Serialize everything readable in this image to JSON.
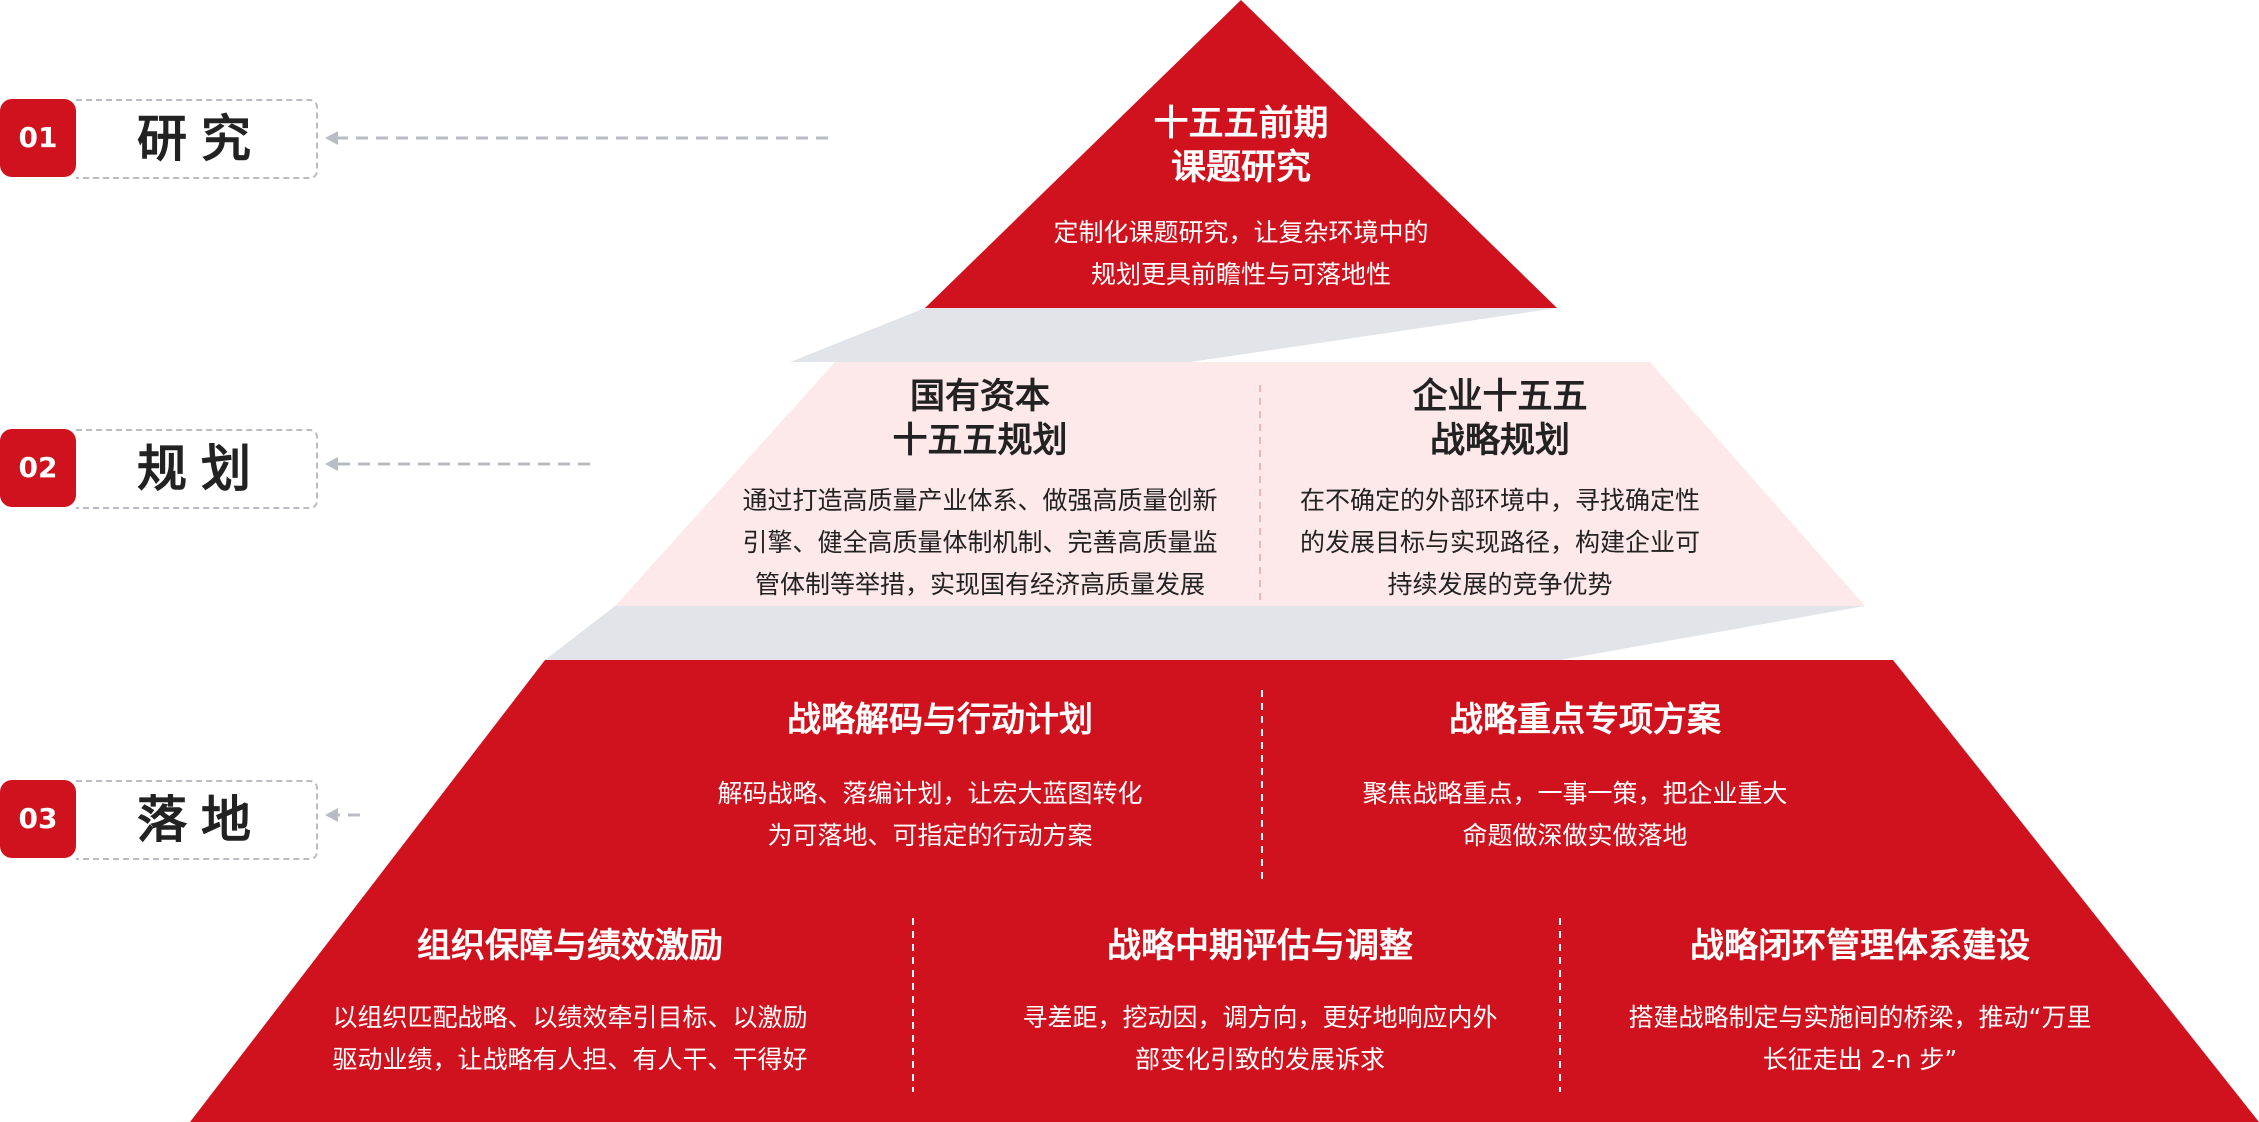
{
  "levels": [
    {
      "num": "01",
      "label": "研究"
    },
    {
      "num": "02",
      "label": "规划"
    },
    {
      "num": "03",
      "label": "落地"
    }
  ],
  "top": {
    "title": [
      "十五五前期",
      "课题研究"
    ],
    "body": [
      "定制化课题研究，让复杂环境中的",
      "规划更具前瞻性与可落地性"
    ]
  },
  "middle": {
    "left": {
      "title": [
        "国有资本",
        "十五五规划"
      ],
      "body": [
        "通过打造高质量产业体系、做强高质量创新",
        "引擎、健全高质量体制机制、完善高质量监",
        "管体制等举措，实现国有经济高质量发展"
      ]
    },
    "right": {
      "title": [
        "企业十五五",
        "战略规划"
      ],
      "body": [
        "在不确定的外部环境中，寻找确定性",
        "的发展目标与实现路径，构建企业可",
        "持续发展的竞争优势"
      ]
    }
  },
  "bottom": {
    "upper_left": {
      "title": "战略解码与行动计划",
      "body": [
        "解码战略、落编计划，让宏大蓝图转化",
        "为可落地、可指定的行动方案"
      ]
    },
    "upper_right": {
      "title": "战略重点专项方案",
      "body": [
        "聚焦战略重点，一事一策，把企业重大",
        "命题做深做实做落地"
      ]
    },
    "lower_left": {
      "title": "组织保障与绩效激励",
      "body": [
        "以组织匹配战略、以绩效牵引目标、以激励",
        "驱动业绩，让战略有人担、有人干、干得好"
      ]
    },
    "lower_mid": {
      "title": "战略中期评估与调整",
      "body": [
        "寻差距，挖动因，调方向，更好地响应内外",
        "部变化引致的发展诉求"
      ]
    },
    "lower_right": {
      "title": "战略闭环管理体系建设",
      "body": [
        "搭建战略制定与实施间的桥梁，推动“万里",
        "长征走出 2-n 步”"
      ]
    }
  },
  "colors": {
    "red": "#d0121e",
    "pink": "#fde9e9",
    "gray": "#e1e4e8",
    "dash": "#b9bcc2"
  }
}
